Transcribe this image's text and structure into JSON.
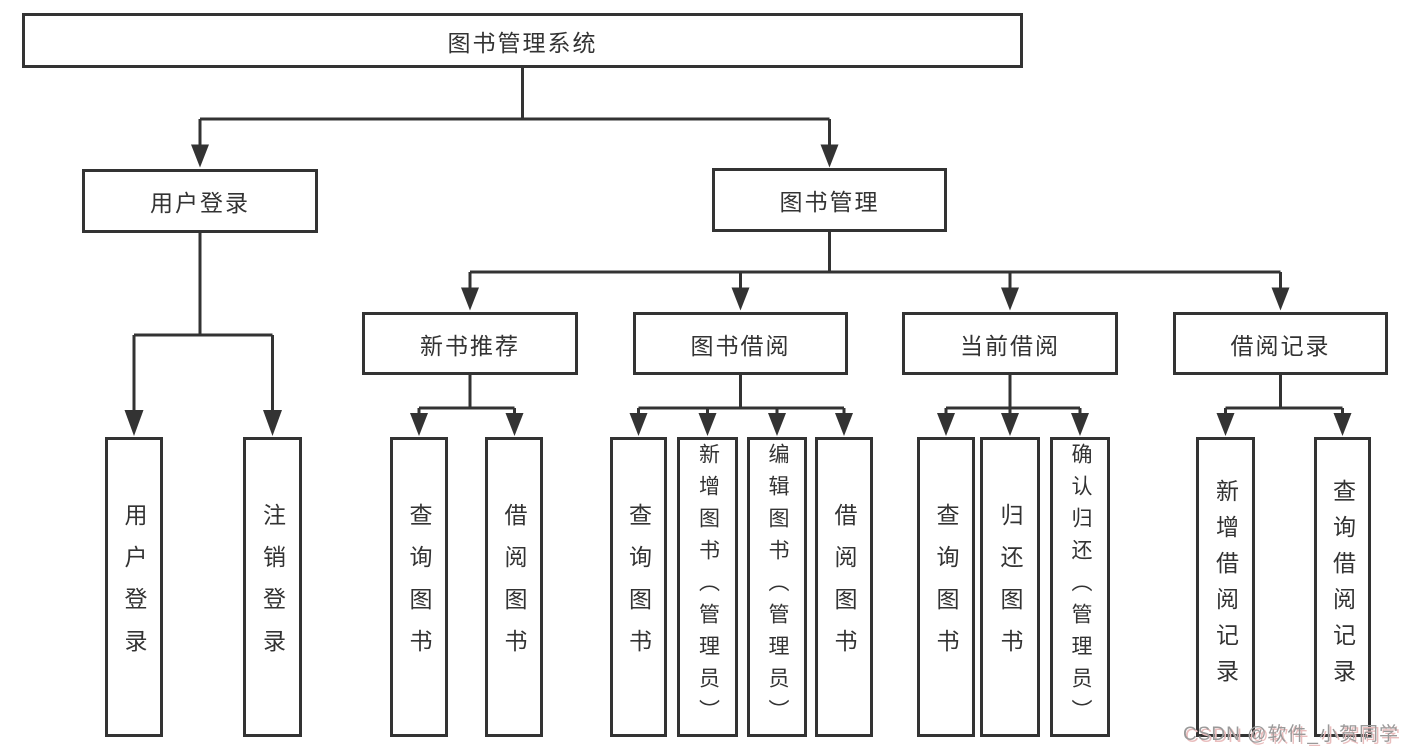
{
  "nodes": {
    "root": "图书管理系统",
    "user_login": "用户登录",
    "book_mgmt": "图书管理",
    "new_book_rec": "新书推荐",
    "book_borrow": "图书借阅",
    "current_borrow": "当前借阅",
    "borrow_records": "借阅记录",
    "leaf_user_login": "用户登录",
    "leaf_logout": "注销登录",
    "leaf_query_book_1": "查询图书",
    "leaf_borrow_book_1": "借阅图书",
    "leaf_query_book_2": "查询图书",
    "leaf_add_book": "新增图书（管理员）",
    "leaf_edit_book": "编辑图书（管理员）",
    "leaf_borrow_book_2": "借阅图书",
    "leaf_query_book_3": "查询图书",
    "leaf_return_book": "归还图书",
    "leaf_confirm_return": "确认归还（管理员）",
    "leaf_add_borrow_record": "新增借阅记录",
    "leaf_query_borrow_record": "查询借阅记录"
  },
  "hierarchy": {
    "图书管理系统": {
      "用户登录": [
        "用户登录",
        "注销登录"
      ],
      "图书管理": {
        "新书推荐": [
          "查询图书",
          "借阅图书"
        ],
        "图书借阅": [
          "查询图书",
          "新增图书（管理员）",
          "编辑图书（管理员）",
          "借阅图书"
        ],
        "当前借阅": [
          "查询图书",
          "归还图书",
          "确认归还（管理员）"
        ],
        "借阅记录": [
          "新增借阅记录",
          "查询借阅记录"
        ]
      }
    }
  },
  "watermark": "CSDN @软件_小贺同学",
  "colors": {
    "line": "#333333",
    "text": "#333333",
    "background": "#ffffff",
    "watermark_text": "#9a9a9a",
    "watermark_shadow": "#e9bdbd"
  }
}
